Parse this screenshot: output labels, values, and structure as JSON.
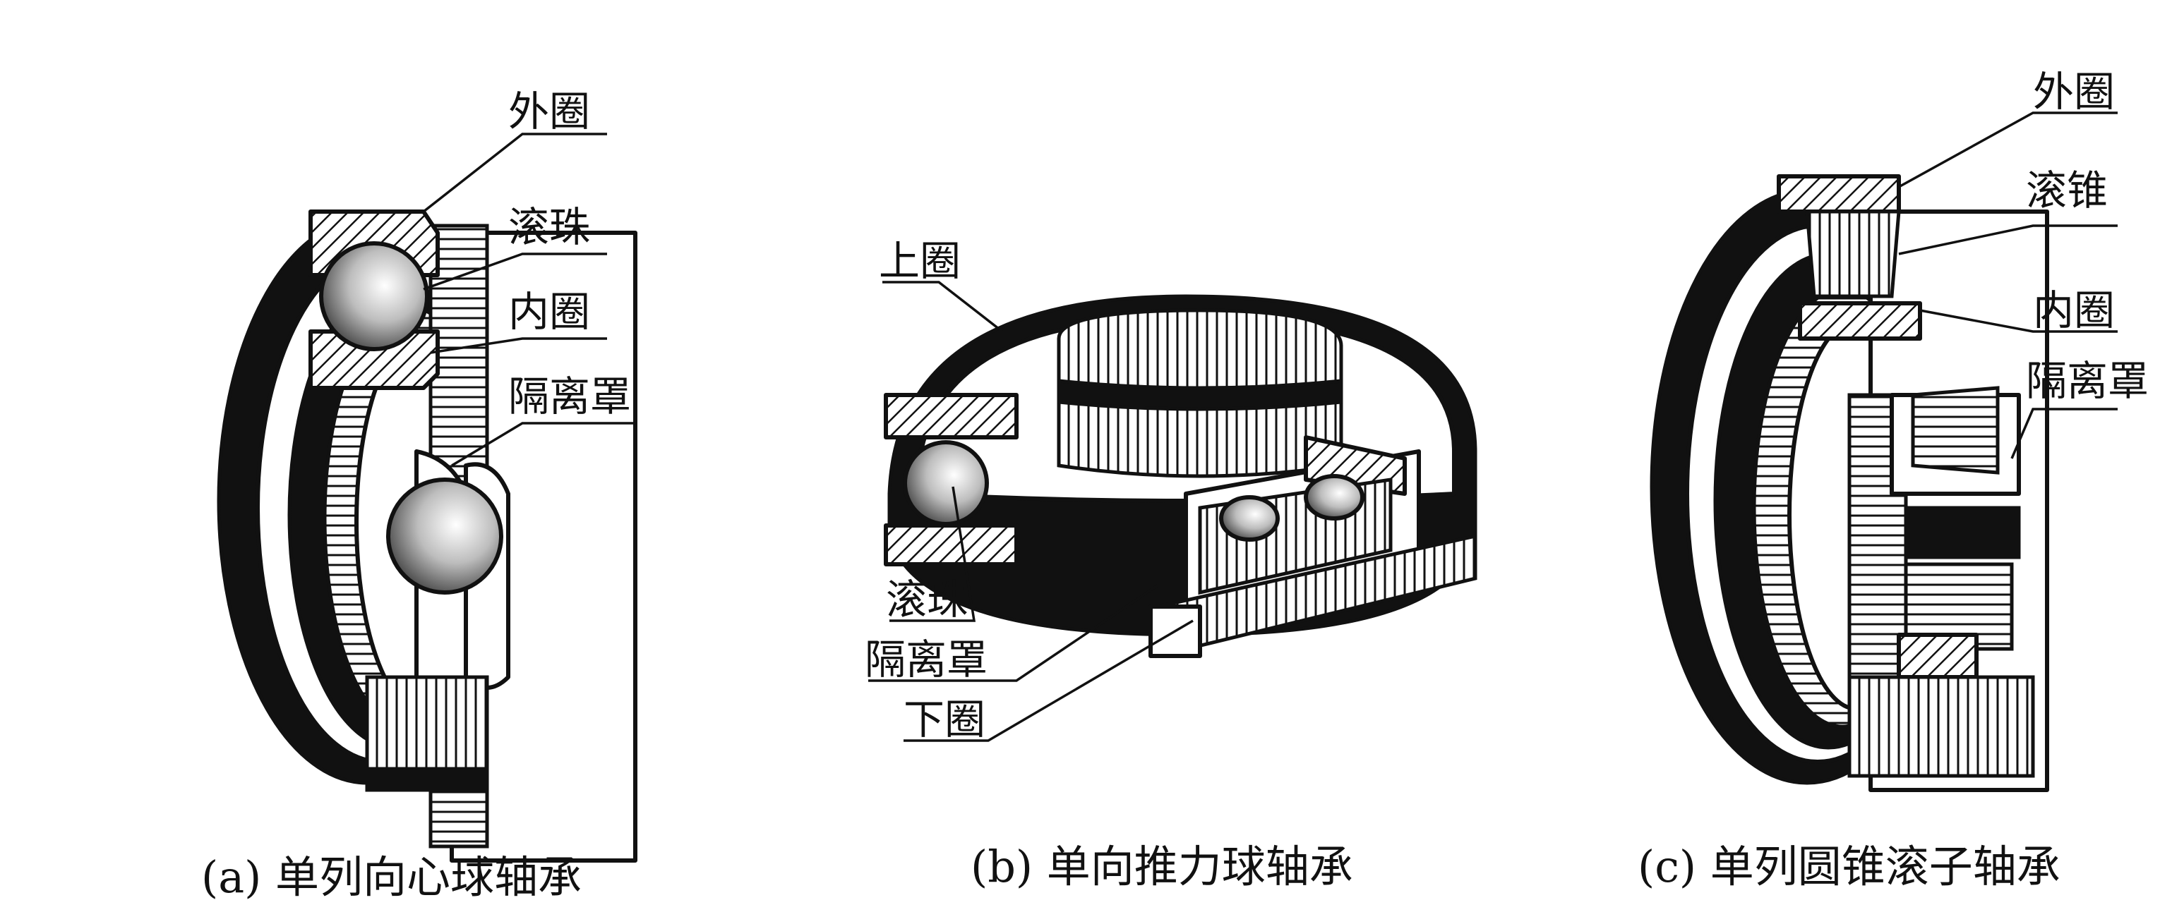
{
  "figures": [
    {
      "caption": "(a) 单列向心球轴承",
      "labels": [
        "外圈",
        "滚珠",
        "内圈",
        "隔离罩"
      ]
    },
    {
      "caption": "(b) 单向推力球轴承",
      "labels": [
        "上圈",
        "滚珠",
        "隔离罩",
        "下圈"
      ]
    },
    {
      "caption": "(c) 单列圆锥滚子轴承",
      "labels": [
        "外圈",
        "滚锥",
        "内圈",
        "隔离罩"
      ]
    }
  ]
}
